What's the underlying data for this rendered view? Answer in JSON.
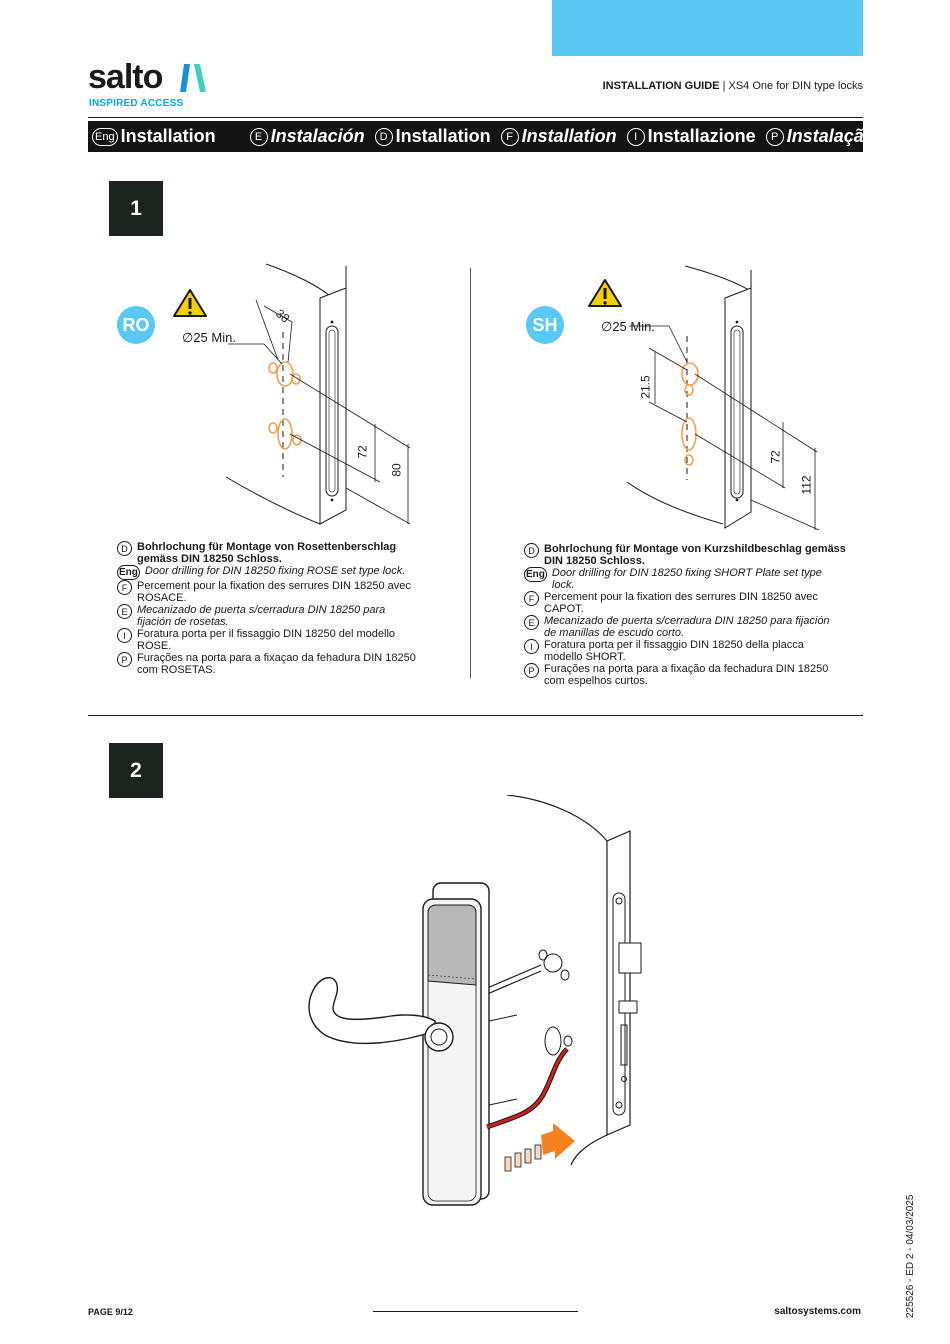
{
  "header": {
    "logo_word": "salto",
    "logo_tagline": "INSPIRED ACCESS",
    "guide_label": "INSTALLATION GUIDE",
    "guide_separator": " | ",
    "guide_product": "XS4 One for DIN type locks"
  },
  "lang_bar": [
    {
      "code": "Eng",
      "title": "Installation",
      "italic": false
    },
    {
      "code": "E",
      "title": "Instalación",
      "italic": true
    },
    {
      "code": "D",
      "title": "Installation",
      "italic": false
    },
    {
      "code": "F",
      "title": "Installation",
      "italic": true
    },
    {
      "code": "I",
      "title": "Installazione",
      "italic": false
    },
    {
      "code": "P",
      "title": "Instalação",
      "italic": true
    }
  ],
  "step1": {
    "number": "1",
    "rose": {
      "badge": "RO",
      "diameter": "∅25 Min.",
      "dim_top": "38",
      "dim_mid": "72",
      "dim_total": "80",
      "text": [
        {
          "code": "D",
          "lines": [
            "Bohrlochung für Montage von Rosettenberschlag",
            "gemäss DIN 18250 Schloss."
          ],
          "style": "bold"
        },
        {
          "code": "Eng",
          "lines": [
            "Door drilling for DIN 18250 fixing ROSE set type lock."
          ],
          "style": "ital"
        },
        {
          "code": "F",
          "lines": [
            "Percement pour la fixation des serrures DIN 18250 avec",
            "ROSACE."
          ],
          "style": "normal"
        },
        {
          "code": "E",
          "lines": [
            "Mecanizado de puerta s/cerradura DIN 18250 para",
            "fijación de rosetas."
          ],
          "style": "ital"
        },
        {
          "code": "I",
          "lines": [
            "Foratura porta per il fissaggio DIN 18250 del modello",
            "ROSE."
          ],
          "style": "normal"
        },
        {
          "code": "P",
          "lines": [
            "Furações na porta para a fixaçao da fehadura DIN 18250",
            "com ROSETAS."
          ],
          "style": "normal"
        }
      ]
    },
    "short": {
      "badge": "SH",
      "diameter": "∅25 Min.",
      "dim_top": "21.5",
      "dim_mid": "72",
      "dim_total": "112",
      "text": [
        {
          "code": "D",
          "lines": [
            "Bohrlochung für Montage von Kurzshildbeschlag gemäss",
            "DIN 18250 Schloss."
          ],
          "style": "bold"
        },
        {
          "code": "Eng",
          "lines": [
            "Door drilling for DIN 18250 fixing SHORT Plate set type",
            "lock."
          ],
          "style": "ital"
        },
        {
          "code": "F",
          "lines": [
            "Percement pour la fixation des serrures DIN 18250 avec",
            "CAPOT."
          ],
          "style": "normal"
        },
        {
          "code": "E",
          "lines": [
            "Mecanizado de puerta s/cerradura DIN 18250 para fijación",
            "de manillas de escudo corto."
          ],
          "style": "ital"
        },
        {
          "code": "I",
          "lines": [
            "Foratura porta per il fissaggio DIN 18250 della placca",
            "modello SHORT."
          ],
          "style": "normal"
        },
        {
          "code": "P",
          "lines": [
            "Furações na porta para a fixação da fechadura DIN 18250",
            "com espelhos curtos."
          ],
          "style": "normal"
        }
      ]
    }
  },
  "step2": {
    "number": "2"
  },
  "footer": {
    "page": "PAGE 9/12",
    "site": "saltosystems.com",
    "doc_code": "225526 - ED 2 - 04/03/2025"
  },
  "colors": {
    "accent": "#5ac8f5",
    "brand_teal": "#0aa6e0",
    "drill_orange": "#f0a050",
    "cable_red": "#c8201e",
    "arrow_orange": "#f5821f",
    "step_box": "#1c241f"
  }
}
